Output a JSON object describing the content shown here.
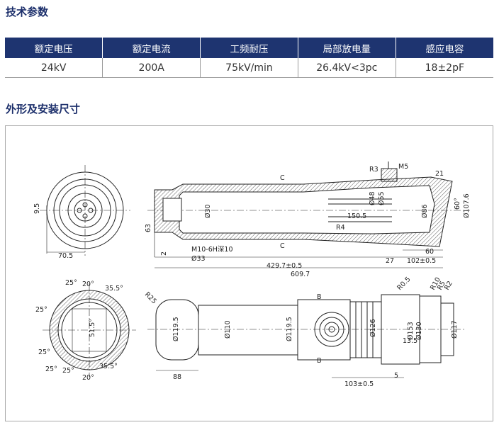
{
  "tech_params": {
    "title": "技术参数",
    "headers": [
      "额定电压",
      "额定电流",
      "工频耐压",
      "局部放电量",
      "感应电容"
    ],
    "values": [
      "24kV",
      "200A",
      "75kV/min",
      "26.4kV<3pc",
      "18±2pF"
    ]
  },
  "dimensions": {
    "title": "外形及安装尺寸",
    "labels": {
      "d9_5": "9.5",
      "d70_5": "70.5",
      "d63": "63",
      "d2": "2",
      "d30": "Ø30",
      "thread": "M10-6H深10",
      "d33": "Ø33",
      "c_top": "C",
      "c_bot": "C",
      "r3": "R3",
      "m5": "M5",
      "d21": "21",
      "d48": "Ø48",
      "d55": "Ø55",
      "d150_5": "150.5",
      "r4": "R4",
      "d86": "Ø86",
      "d60deg": "60°",
      "d107_6": "Ø107.6",
      "d60": "60",
      "d27": "27",
      "d102": "102±0.5",
      "d429": "429.7±0.5",
      "d609": "609.7",
      "a25_1": "25°",
      "a20_1": "20°",
      "a35_1": "35.5°",
      "a25_2": "25°",
      "a51_5": "51.5°",
      "a25_3": "25°",
      "a25_4": "25°",
      "a25_5": "25°",
      "a20_2": "20°",
      "a35_2": "35.5°",
      "r25": "R25",
      "d119_5a": "Ø119.5",
      "d110": "Ø110",
      "d119_5b": "Ø119.5",
      "b_top": "B",
      "b_bot": "B",
      "d126": "Ø126",
      "r0_5": "R0.5",
      "d153": "Ø153",
      "d130": "Ø130",
      "r10": "R10",
      "r5": "R5",
      "r2": "R2",
      "d117": "Ø117",
      "d13_5": "13.5",
      "d5": "5",
      "d88": "88",
      "d103": "103±0.5"
    }
  }
}
